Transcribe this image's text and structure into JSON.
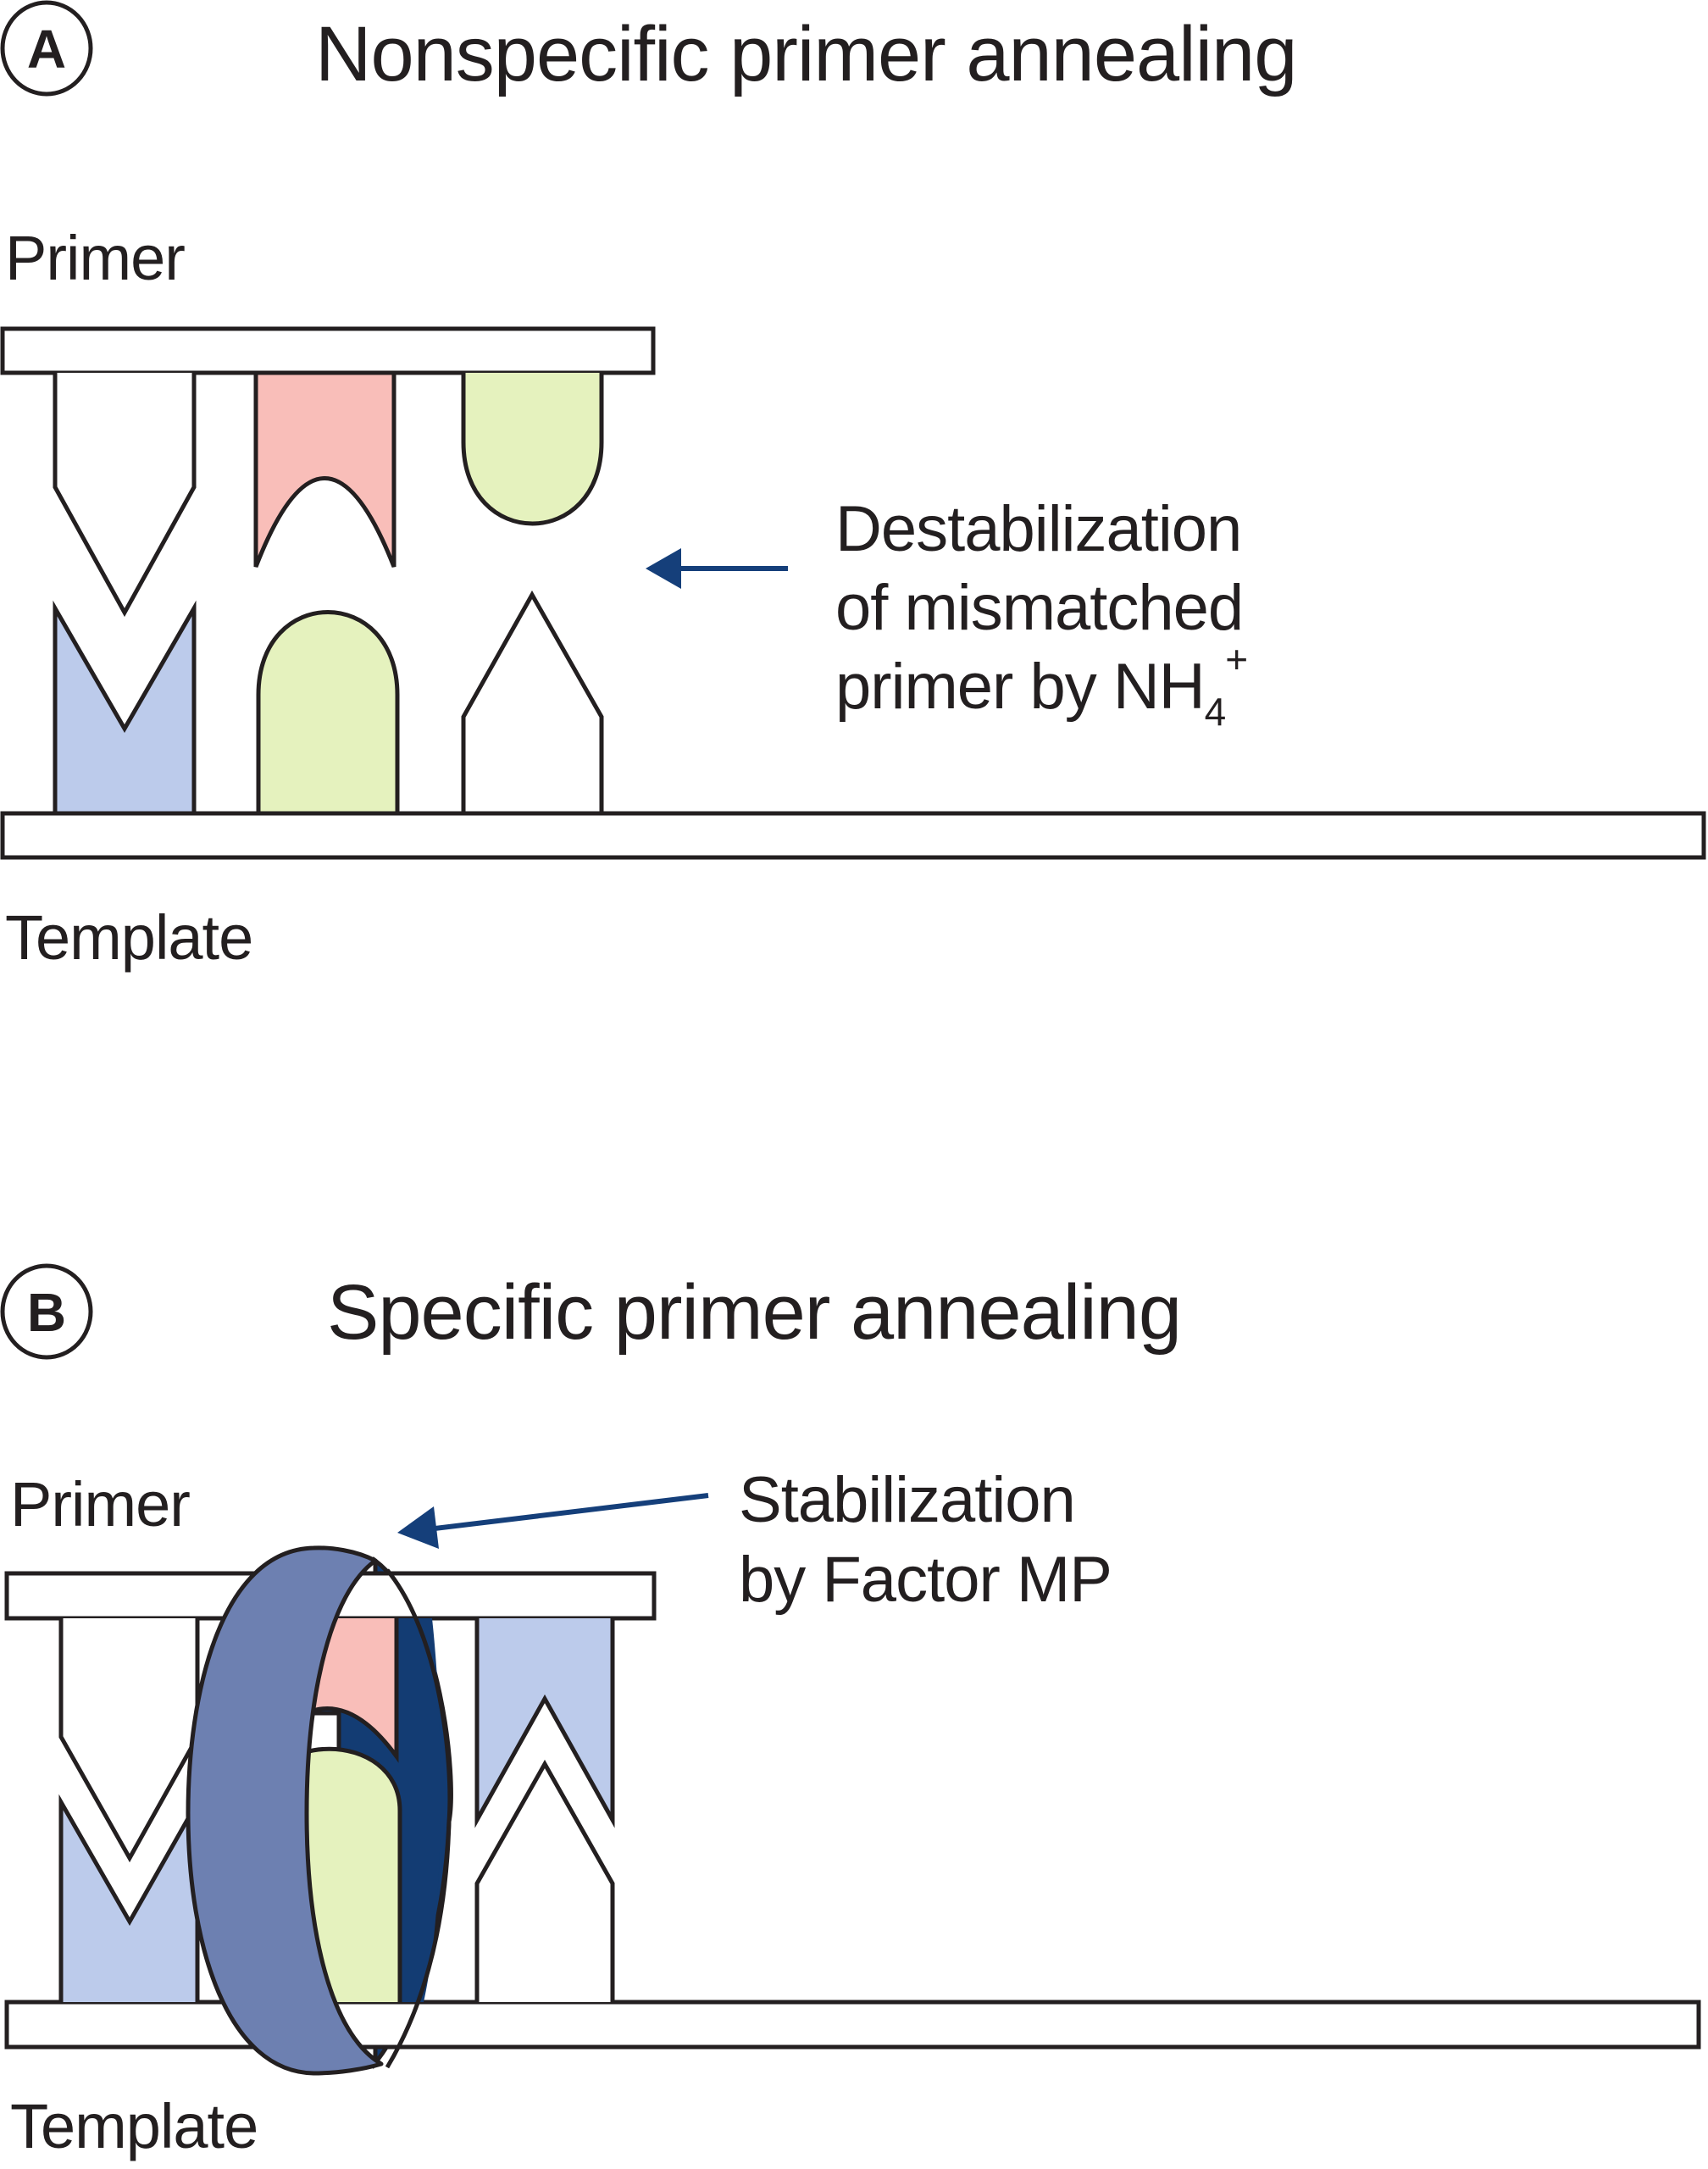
{
  "colors": {
    "outline": "#231f20",
    "base_white": "#ffffff",
    "base_blue": "#bccbeb",
    "base_pink": "#f9beb9",
    "base_green": "#e5f2be",
    "factor_front": "#6d80b1",
    "factor_back": "#133c73",
    "arrow": "#153f7a"
  },
  "panels": [
    {
      "id": "A",
      "badge": "A",
      "title": "Nonspecific primer annealing",
      "primer_label": "Primer",
      "template_label": "Template",
      "annotation_lines": [
        "Destabilization",
        "of mismatched",
        "primer by NH"
      ],
      "annotation_subscript": "4",
      "annotation_superscript": "+",
      "primer_bases": [
        "white-pointed",
        "pink-concave",
        "green-rounded"
      ],
      "template_bases": [
        "blue-notched",
        "green-rounded",
        "white-pointed"
      ],
      "pairing": "mismatched"
    },
    {
      "id": "B",
      "badge": "B",
      "title": "Specific primer annealing",
      "primer_label": "Primer",
      "template_label": "Template",
      "annotation_lines": [
        "Stabilization",
        "by Factor MP"
      ],
      "primer_bases": [
        "white-pointed",
        "pink-concave",
        "blue-notched"
      ],
      "template_bases": [
        "blue-notched",
        "green-rounded",
        "white-pointed"
      ],
      "pairing": "matched",
      "clamp": "Factor MP ring"
    }
  ]
}
